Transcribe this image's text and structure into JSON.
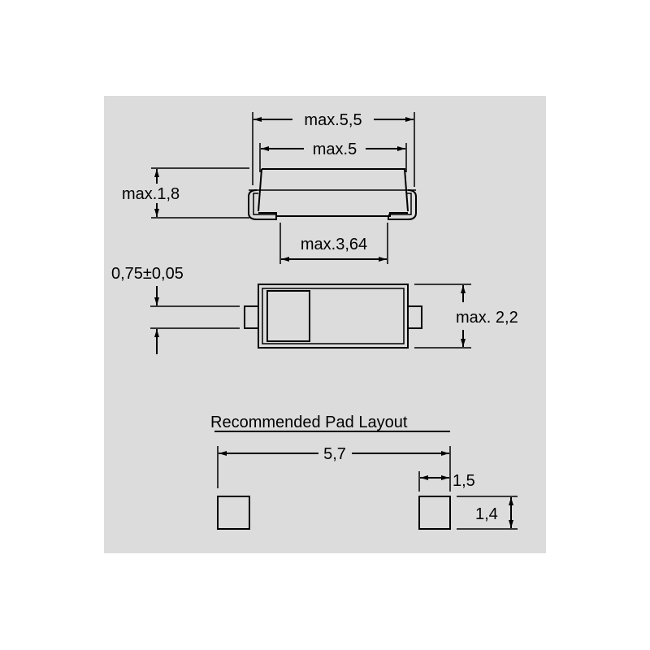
{
  "side_view": {
    "overall_length": "max.5,5",
    "body_length": "max.5",
    "height": "max.1,8",
    "lead_spacing": "max.3,64"
  },
  "top_view": {
    "lead_thickness": "0,75±0,05",
    "width": "max. 2,2"
  },
  "pad_layout": {
    "title": "Recommended Pad Layout",
    "pitch": "5,7",
    "pad_width": "1,5",
    "pad_height": "1,4"
  }
}
